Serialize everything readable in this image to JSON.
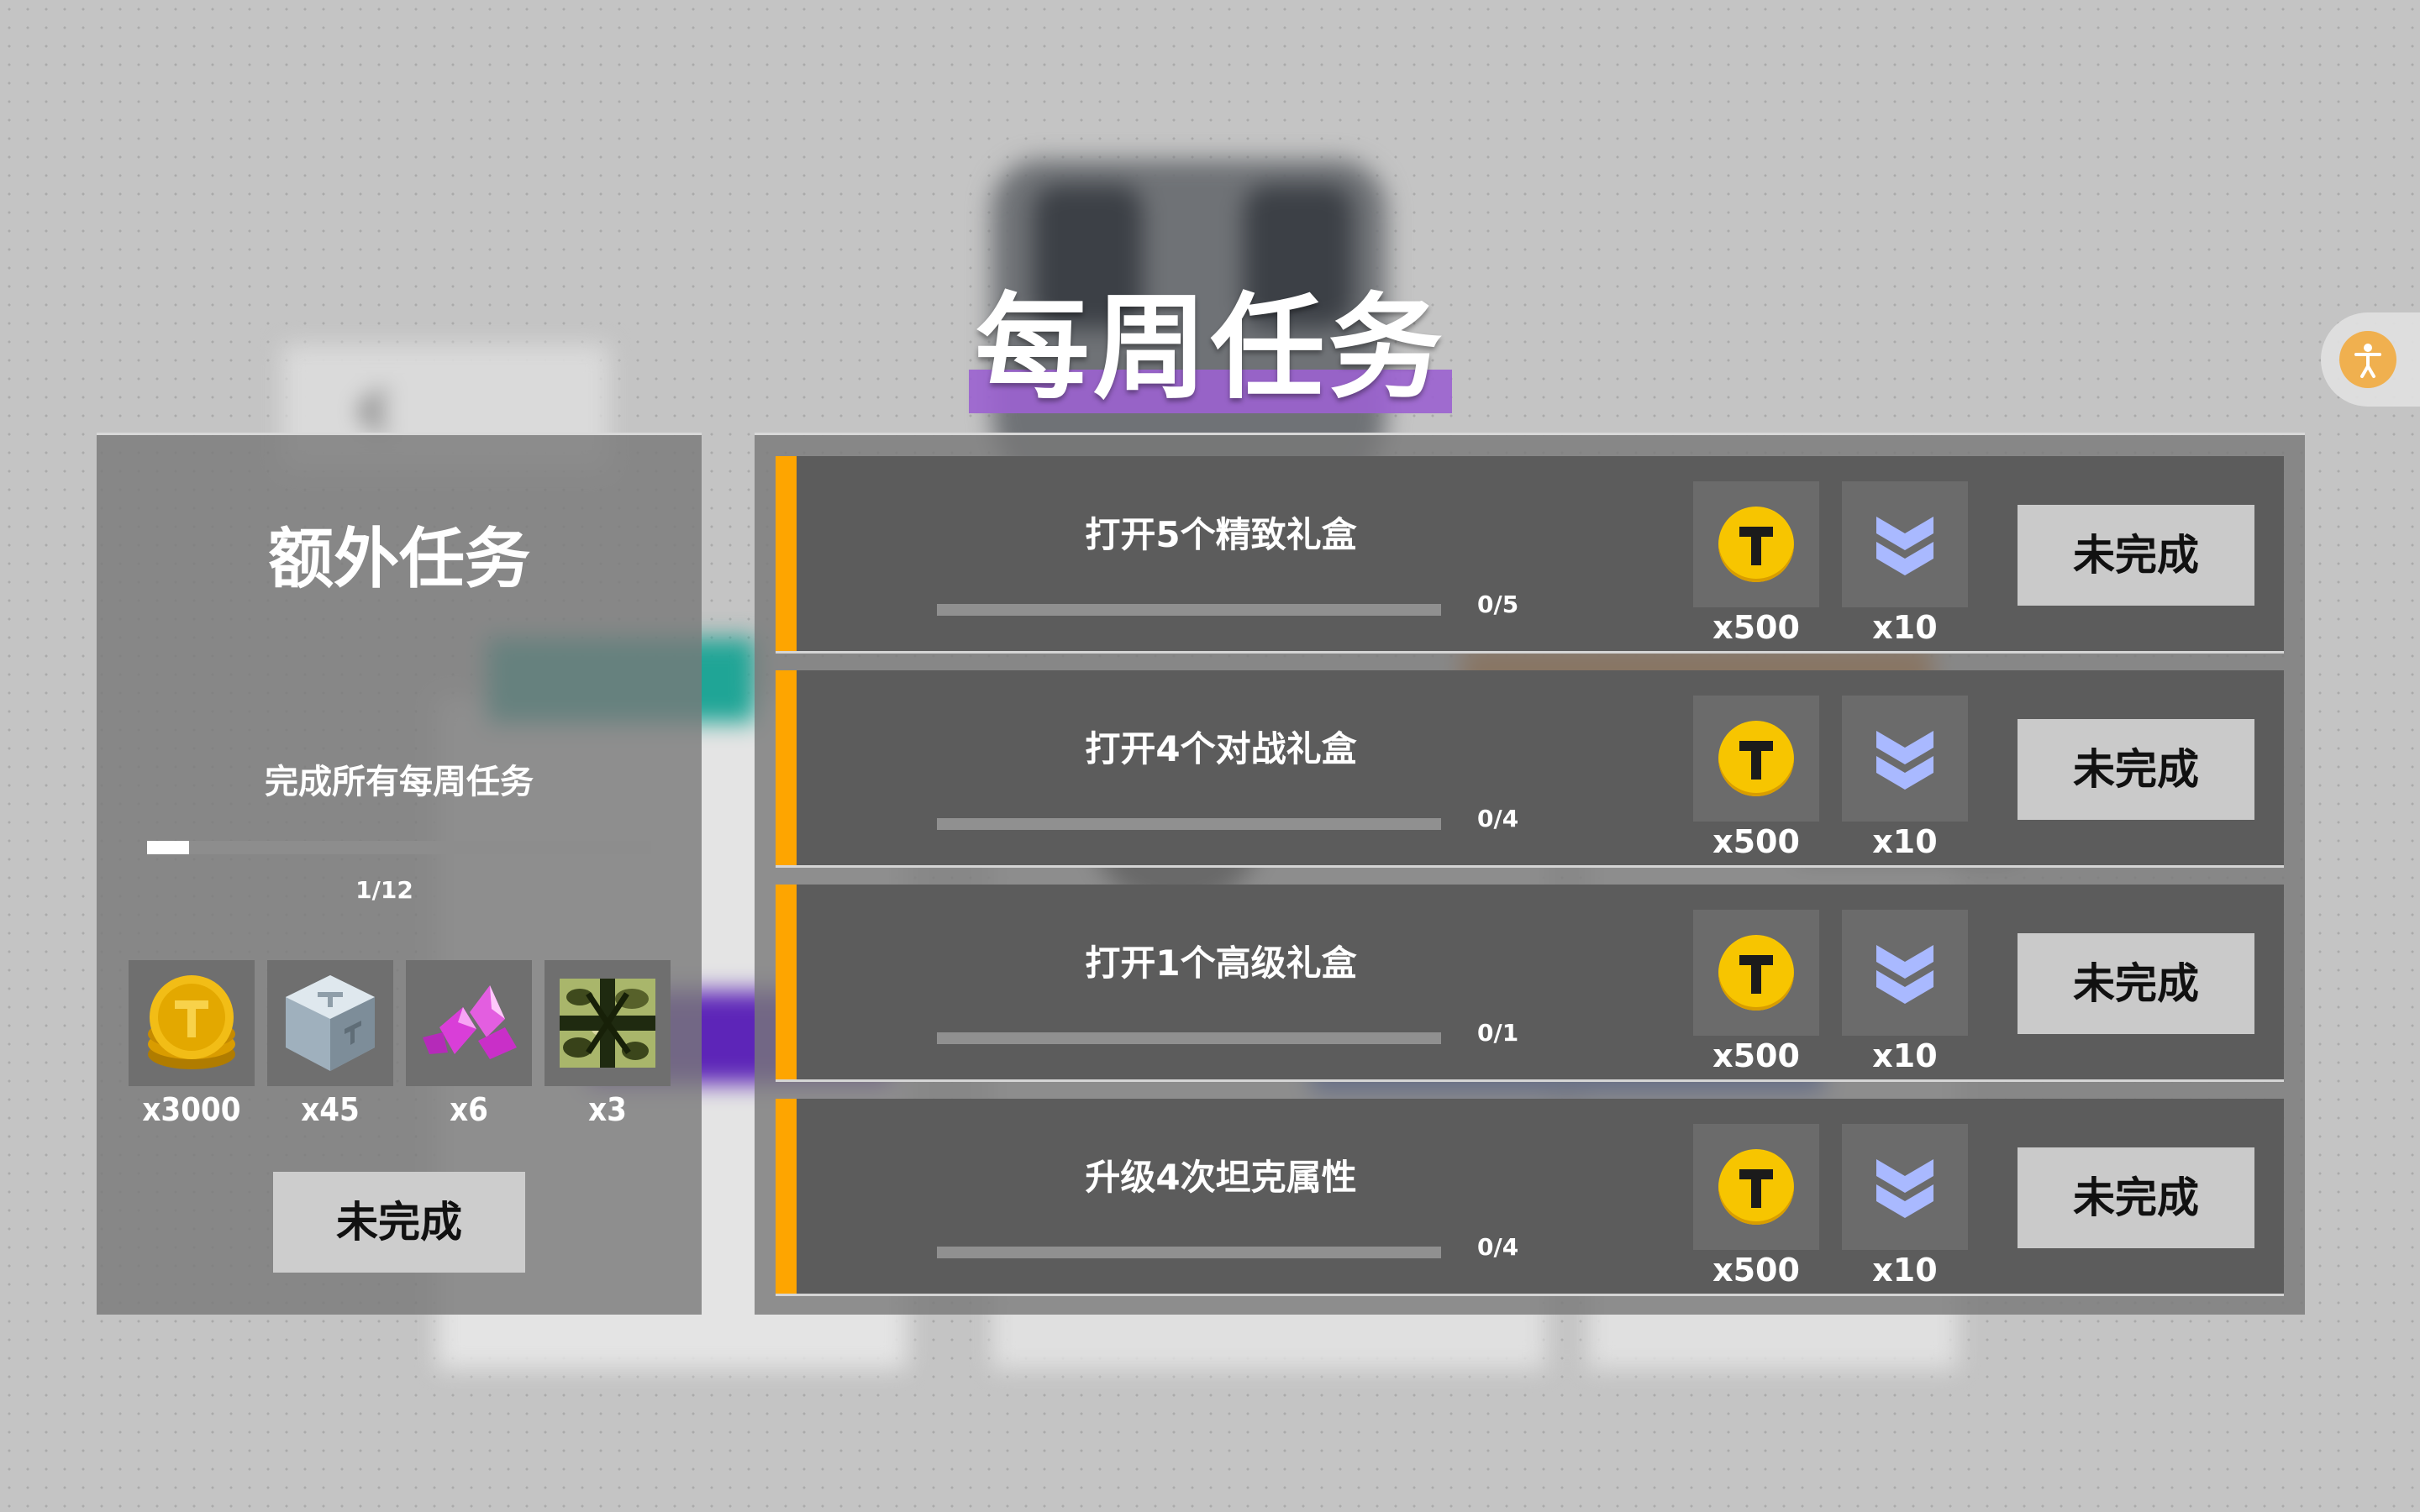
{
  "title": "每周任务",
  "bonus_panel": {
    "title": "额外任务",
    "description": "完成所有每周任务",
    "progress": 1,
    "goal": 12,
    "progress_text": "1/12",
    "rewards": [
      {
        "icon": "gold-coin-stack-icon",
        "qty": "x3000"
      },
      {
        "icon": "silver-dice-icon",
        "qty": "x45"
      },
      {
        "icon": "pink-crystal-icon",
        "qty": "x6"
      },
      {
        "icon": "camo-gift-box-icon",
        "qty": "x3"
      }
    ],
    "button_label": "未完成"
  },
  "tasks": [
    {
      "name": "打开5个精致礼盒",
      "progress": 0,
      "goal": 5,
      "progress_text": "0/5",
      "coin_qty": "x500",
      "rank_qty": "x10",
      "button_label": "未完成"
    },
    {
      "name": "打开4个对战礼盒",
      "progress": 0,
      "goal": 4,
      "progress_text": "0/4",
      "coin_qty": "x500",
      "rank_qty": "x10",
      "button_label": "未完成"
    },
    {
      "name": "打开1个高级礼盒",
      "progress": 0,
      "goal": 1,
      "progress_text": "0/1",
      "coin_qty": "x500",
      "rank_qty": "x10",
      "button_label": "未完成"
    },
    {
      "name": "升级4次坦克属性",
      "progress": 0,
      "goal": 4,
      "progress_text": "0/4",
      "coin_qty": "x500",
      "rank_qty": "x10",
      "button_label": "未完成"
    }
  ],
  "colors": {
    "accent_orange": "#fea500",
    "title_underline": "#9b62d0",
    "coin_yellow": "#f7c500",
    "chevron_blue": "#a9b9ff"
  },
  "icons": {
    "accessibility": "accessibility-icon",
    "coin": "t-coin-icon",
    "rank": "double-chevron-icon"
  }
}
